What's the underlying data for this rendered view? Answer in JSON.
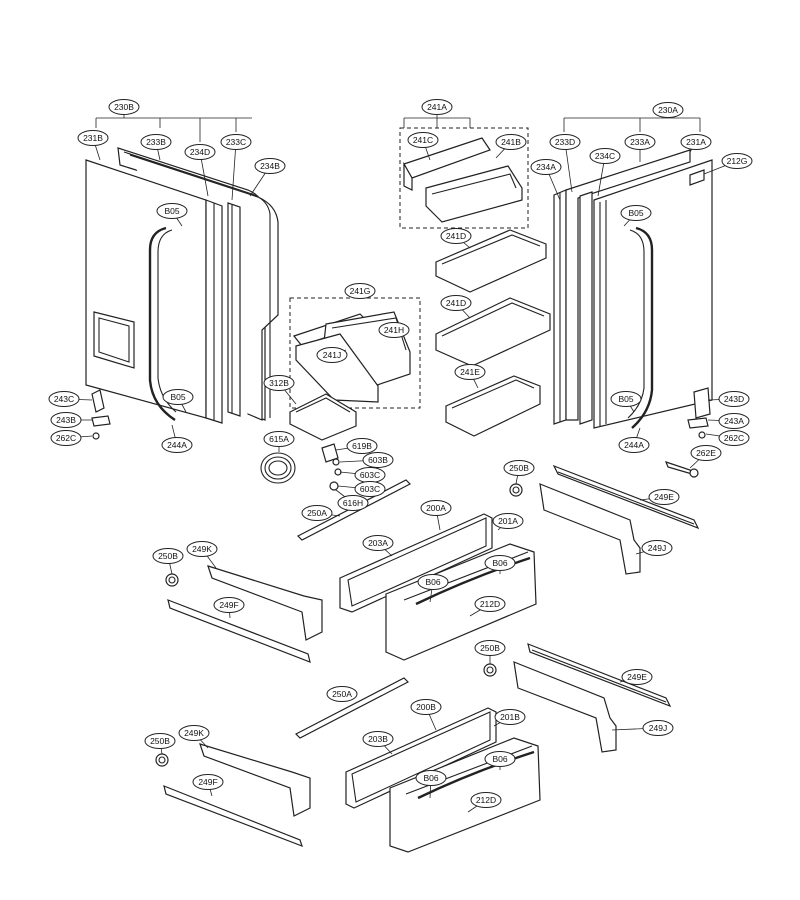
{
  "diagram": {
    "labels": {
      "l230B": "230B",
      "l231B": "231B",
      "l233B": "233B",
      "l234D": "234D",
      "l233C": "233C",
      "l234B": "234B",
      "lB05a": "B05",
      "lB05b": "B05",
      "l243C": "243C",
      "l243B": "243B",
      "l262C_l": "262C",
      "l244A_l": "244A",
      "l241A": "241A",
      "l241C": "241C",
      "l241B": "241B",
      "l241D_1": "241D",
      "l241D_2": "241D",
      "l241E": "241E",
      "l241G": "241G",
      "l241H": "241H",
      "l241J": "241J",
      "l312B": "312B",
      "l230A": "230A",
      "l233D": "233D",
      "l233A": "233A",
      "l231A": "231A",
      "l234A": "234A",
      "l234C": "234C",
      "l212G": "212G",
      "lB05c": "B05",
      "lB05d": "B05",
      "l243D": "243D",
      "l243A": "243A",
      "l262C_r": "262C",
      "l244A_r": "244A",
      "l262E": "262E",
      "l615A": "615A",
      "l619B": "619B",
      "l603B": "603B",
      "l603C_1": "603C",
      "l603C_2": "603C",
      "l616H": "616H",
      "l250A_1": "250A",
      "l250B_1": "250B",
      "l249E_1": "249E",
      "l249J_1": "249J",
      "l200A": "200A",
      "l201A": "201A",
      "l203A": "203A",
      "lB06_1": "B06",
      "lB06_2": "B06",
      "l212D_1": "212D",
      "l250B_2": "250B",
      "l249K_1": "249K",
      "l249F_1": "249F",
      "l250B_3": "250B",
      "l249E_2": "249E",
      "l249J_2": "249J",
      "l250A_2": "250A",
      "l200B": "200B",
      "l201B": "201B",
      "l203B": "203B",
      "lB06_3": "B06",
      "lB06_4": "B06",
      "l212D_2": "212D",
      "l250B_4": "250B",
      "l249K_2": "249K",
      "l249F_2": "249F"
    }
  }
}
